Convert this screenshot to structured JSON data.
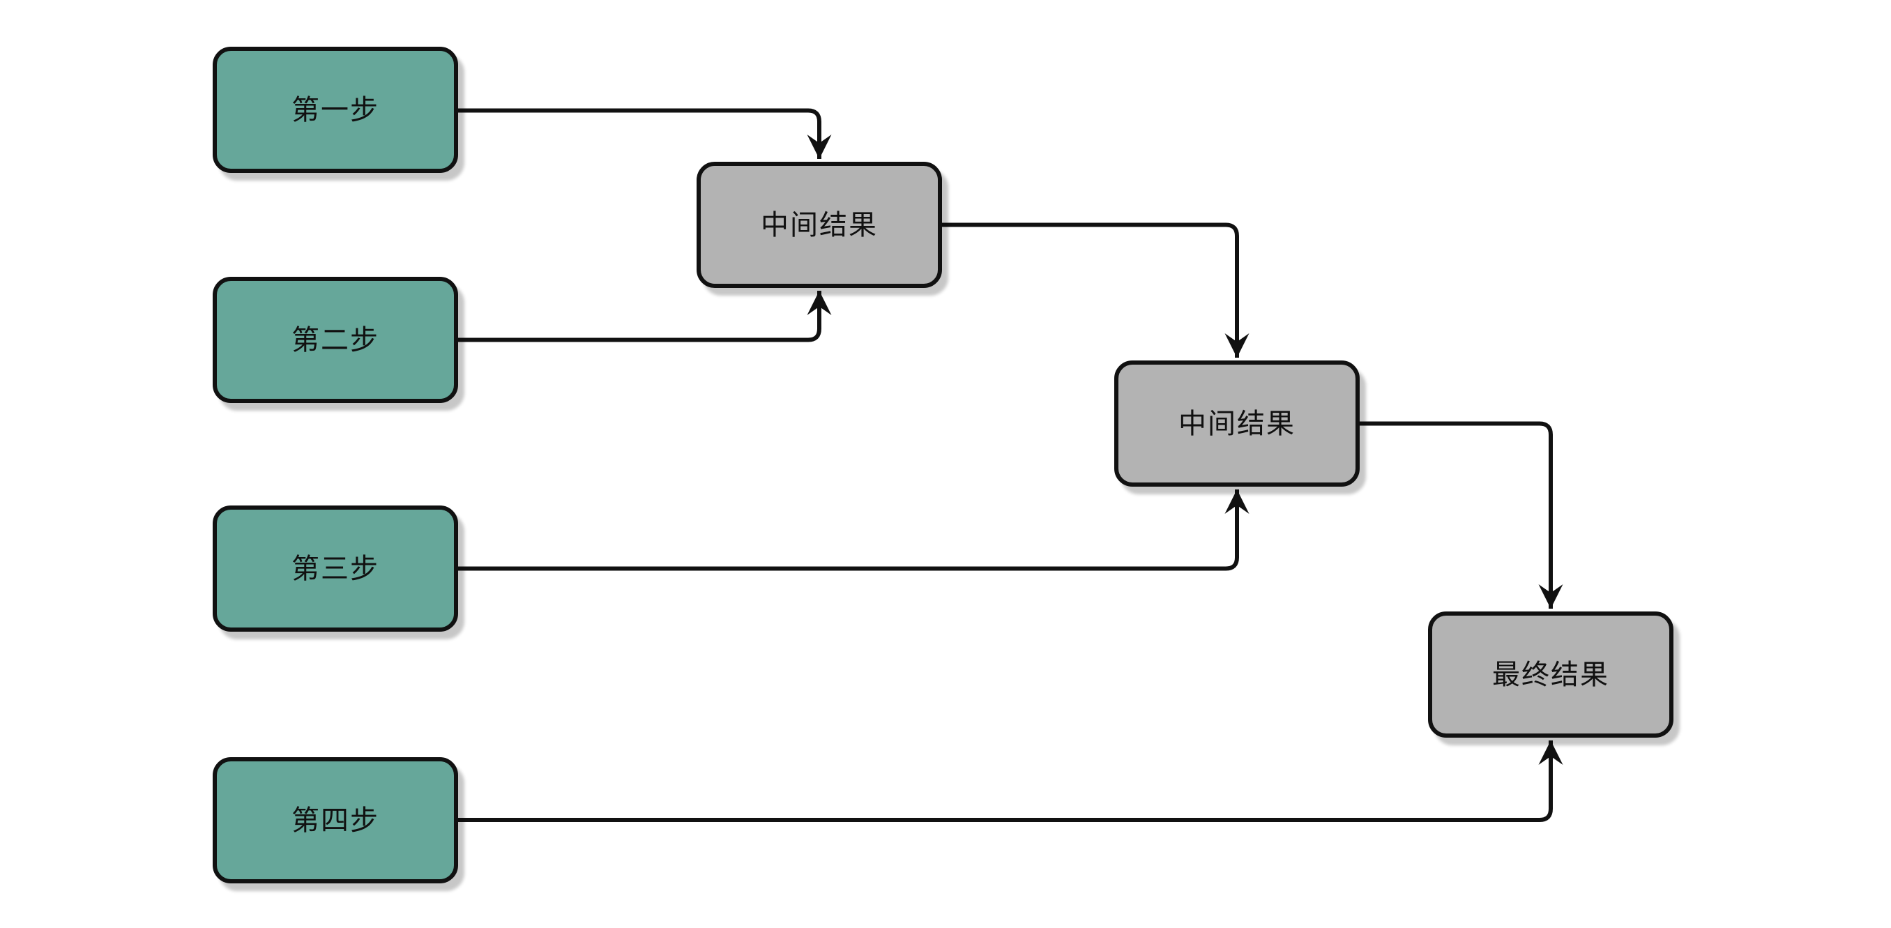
{
  "diagram": {
    "title": "step-merge-flowchart",
    "background_color": "#ffffff",
    "stroke_color": "#111111",
    "text_color": "#111111",
    "step_fill_color": "#66a79a",
    "result_fill_color": "#b3b3b3",
    "nodes": {
      "step1": {
        "label": "第一步",
        "type": "step"
      },
      "step2": {
        "label": "第二步",
        "type": "step"
      },
      "step3": {
        "label": "第三步",
        "type": "step"
      },
      "step4": {
        "label": "第四步",
        "type": "step"
      },
      "mid1": {
        "label": "中间结果",
        "type": "result"
      },
      "mid2": {
        "label": "中间结果",
        "type": "result"
      },
      "final": {
        "label": "最终结果",
        "type": "result"
      }
    },
    "edges": [
      {
        "from": "step1",
        "to": "mid1",
        "arrow": "end"
      },
      {
        "from": "step2",
        "to": "mid1",
        "arrow": "end"
      },
      {
        "from": "mid1",
        "to": "mid2",
        "arrow": "end"
      },
      {
        "from": "step3",
        "to": "mid2",
        "arrow": "end"
      },
      {
        "from": "mid2",
        "to": "final",
        "arrow": "end"
      },
      {
        "from": "step4",
        "to": "final",
        "arrow": "end"
      }
    ]
  }
}
